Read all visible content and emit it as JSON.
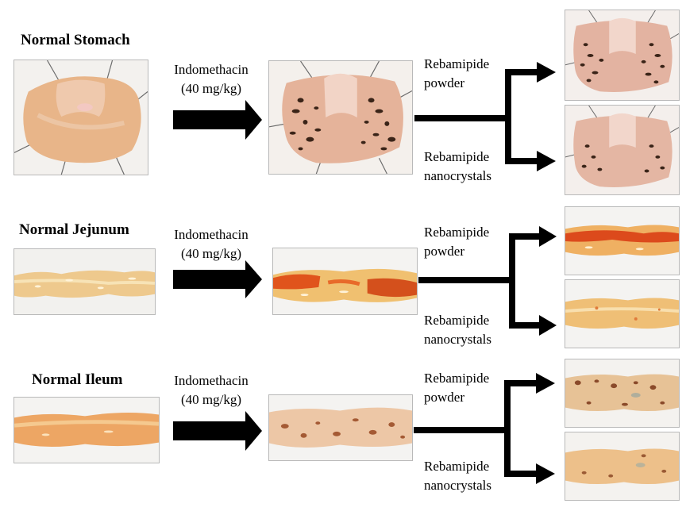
{
  "rows": [
    {
      "title": "Normal Stomach",
      "treatment_line1": "Indomethacin",
      "treatment_line2": "(40 mg/kg)",
      "branch_top_line1": "Rebamipide",
      "branch_top_line2": "powder",
      "branch_bottom_line1": "Rebamipide",
      "branch_bottom_line2": "nanocrystals"
    },
    {
      "title": "Normal Jejunum",
      "treatment_line1": "Indomethacin",
      "treatment_line2": "(40 mg/kg)",
      "branch_top_line1": "Rebamipide",
      "branch_top_line2": "powder",
      "branch_bottom_line1": "Rebamipide",
      "branch_bottom_line2": "nanocrystals"
    },
    {
      "title": "Normal Ileum",
      "treatment_line1": "Indomethacin",
      "treatment_line2": "(40 mg/kg)",
      "branch_top_line1": "Rebamipide",
      "branch_top_line2": "powder",
      "branch_bottom_line1": "Rebamipide",
      "branch_bottom_line2": "nanocrystals"
    }
  ]
}
